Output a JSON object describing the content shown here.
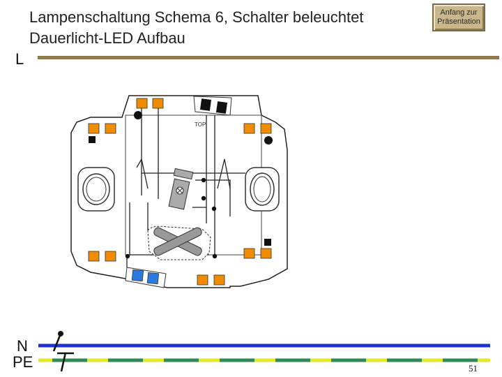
{
  "slide": {
    "title_line1": "Lampenschaltung Schema 6, Schalter beleuchtet",
    "title_line2": "Dauerlicht-LED Aufbau",
    "page_number": "51"
  },
  "nav": {
    "button_label": "Anfang zur\nPräsentation"
  },
  "diagram": {
    "label_L": "L",
    "label_N": "N",
    "label_PE": "PE",
    "label_top": "TOP",
    "colors": {
      "phase_line": "#8f7a4e",
      "neutral_line": "#2233cc",
      "earth_green": "#2e8b57",
      "earth_yellow": "#e6e62a",
      "terminal_orange": "#f08c00",
      "terminal_blue": "#2a7ae0",
      "terminal_black": "#111111"
    }
  }
}
